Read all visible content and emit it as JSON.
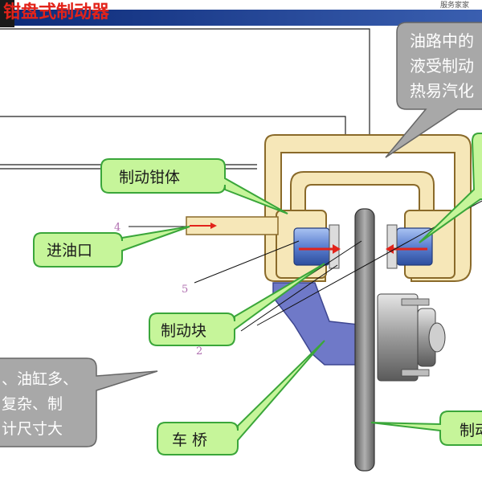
{
  "header": {
    "title": "钳盘式制动器",
    "corner_text": "服务家家"
  },
  "callouts": {
    "top_right": [
      "油路中的",
      "液受制动",
      "热易汽化"
    ],
    "left_bottom": [
      "、油缸多、",
      "复杂、制",
      "计尺寸大"
    ],
    "caliper_body": "制动钳体",
    "oil_inlet": "进油口",
    "brake_pad": "制动块",
    "axle": "车 桥",
    "right_bottom": "制动"
  },
  "part_numbers": {
    "n4": "4",
    "n5": "5",
    "n2": "2"
  },
  "colors": {
    "header_bar": "#1f3d8a",
    "title_red": "#e2231a",
    "callout_green_fill": "#c6f59a",
    "callout_green_stroke": "#3aa63a",
    "callout_grey_fill": "#a8a8a8",
    "caliper_fill": "#f6e7b8",
    "caliper_stroke": "#8a6a2a",
    "piston_blue": "#6f8fd8",
    "bracket_blue": "#6f79c8",
    "disc_grey": "#8c8c8c",
    "arrow_red": "#e2231a"
  }
}
